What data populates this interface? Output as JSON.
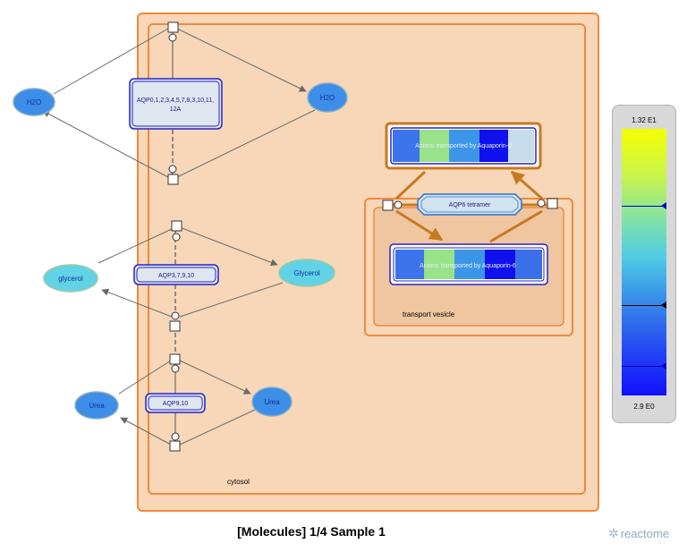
{
  "compartments": {
    "outer_label": "",
    "cytosol_label": "cytosol",
    "vesicle_label": "transport vesicle"
  },
  "nodes": {
    "h2o_left": "H2O",
    "h2o_right": "H2O",
    "aqp_h2o": "AQP0,1,2,3,4,5,7,8,3,10,11, 12A",
    "glycerol_left": "glycerol",
    "glycerol_right": "Glycerol",
    "aqp_glycerol": "AQP3,7,9,10",
    "urea_left": "Urea",
    "urea_right": "Urea",
    "aqp_urea": "AQP9,10",
    "anions_top": "Anions transported by Aquaporin-6",
    "aqp6_tetramer": "AQP6 tetramer",
    "anions_bottom": "Anions transported by Aquaporin-6"
  },
  "legend": {
    "max": "1.32 E1",
    "min": "2.9 E0",
    "markers": [
      {
        "value_fraction": 0.29,
        "color": "#0000cc"
      },
      {
        "value_fraction": 0.66,
        "color": "#000000"
      },
      {
        "value_fraction": 0.89,
        "color": "#0000cc"
      }
    ],
    "colors": {
      "top": "#f4ff00",
      "bottom": "#1010ff"
    }
  },
  "footer": {
    "title": "[Molecules] 1/4 Sample 1"
  },
  "logo": {
    "text": "reactome"
  },
  "colors": {
    "compartment_fill": "#f7d7b8",
    "compartment_stroke": "#f08a3c",
    "vesicle_fill": "#efc6a0",
    "complex_stroke": "#2424c8",
    "small_molecule_light": "#62d2e6",
    "small_molecule_blue": "#3c8ee8",
    "reaction_orange": "#c87a1e"
  }
}
